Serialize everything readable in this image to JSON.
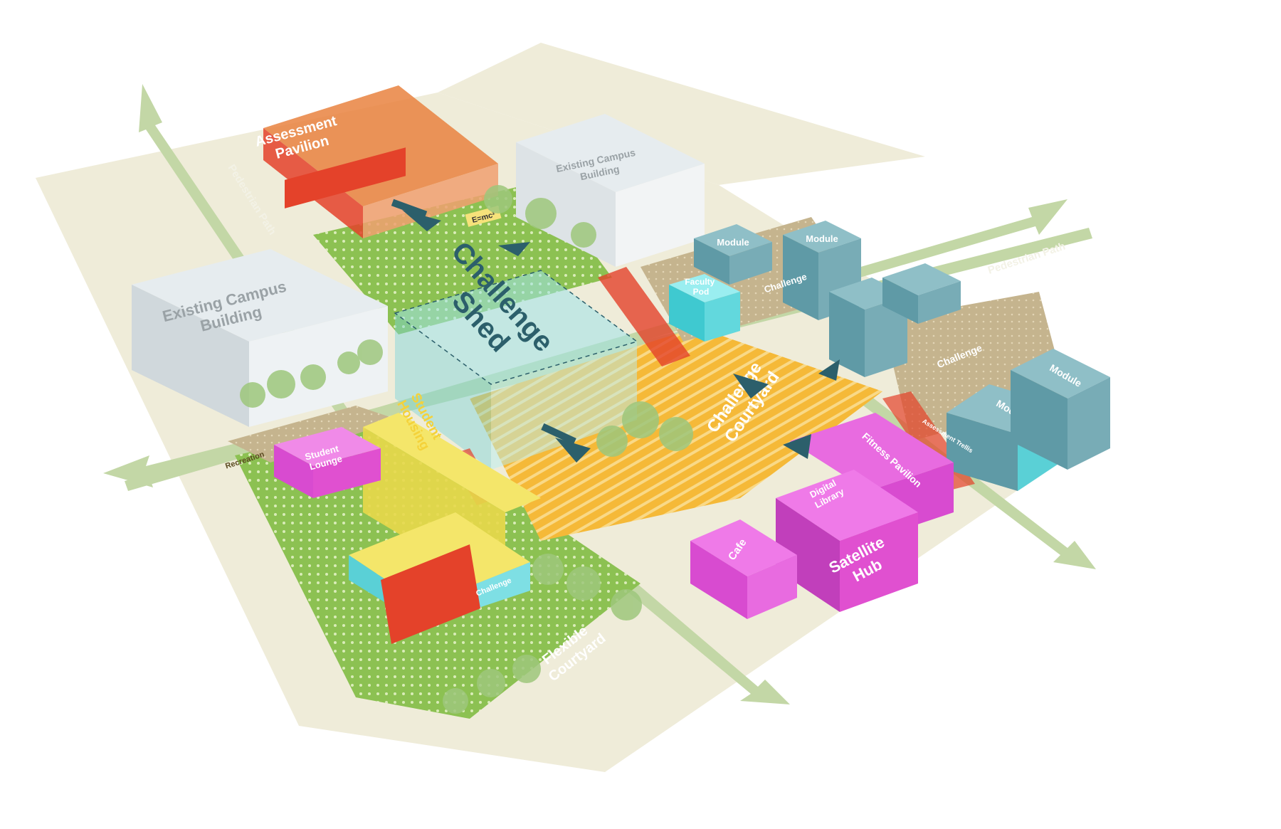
{
  "labels": {
    "assessment_pavilion": [
      "Assessment",
      "Pavilion"
    ],
    "existing_campus_building_top": [
      "Existing Campus",
      "Building"
    ],
    "existing_campus_building_left": [
      "Existing Campus",
      "Building"
    ],
    "challenge_shed": [
      "Challenge",
      "Shed"
    ],
    "challenge_courtyard": [
      "Challenge",
      "Courtyard"
    ],
    "student_lounge": [
      "Student",
      "Lounge"
    ],
    "student_housing": [
      "Student",
      "Housing"
    ],
    "recreation": "Recreation",
    "challenge_small_left": "Challenge",
    "flexible_courtyard": [
      "Flexible",
      "Courtyard"
    ],
    "cafe": "Cafe",
    "digital_library": [
      "Digital",
      "Library"
    ],
    "satellite_hub": [
      "Satellite",
      "Hub"
    ],
    "fitness_pavilion": "Fitness Pavilion",
    "assessment_trellis": "Assessment Trellis",
    "faculty_pod": [
      "Faculty",
      "Pod"
    ],
    "module_1": "Module",
    "module_2": "Module",
    "module_3": "Module",
    "module_4": "Module",
    "challenge_upper_right": "Challenge",
    "challenge_right": "Challenge",
    "pedestrian_path_left": "Pedestrian Path",
    "pedestrian_path_right": "Pedestrian Path",
    "equation": "E=mc²"
  },
  "colors": {
    "site": "#efecd9",
    "grass": "#8cc152",
    "yellow_court": "#f5b938",
    "magenta": "#e050d0",
    "teal": "#5f9aa6",
    "cyan": "#5ad0d6",
    "orange": "#e9823f",
    "red": "#e4422a",
    "arrow_green": "#c3d7a6",
    "arrow_dark": "#2c5f6b"
  }
}
